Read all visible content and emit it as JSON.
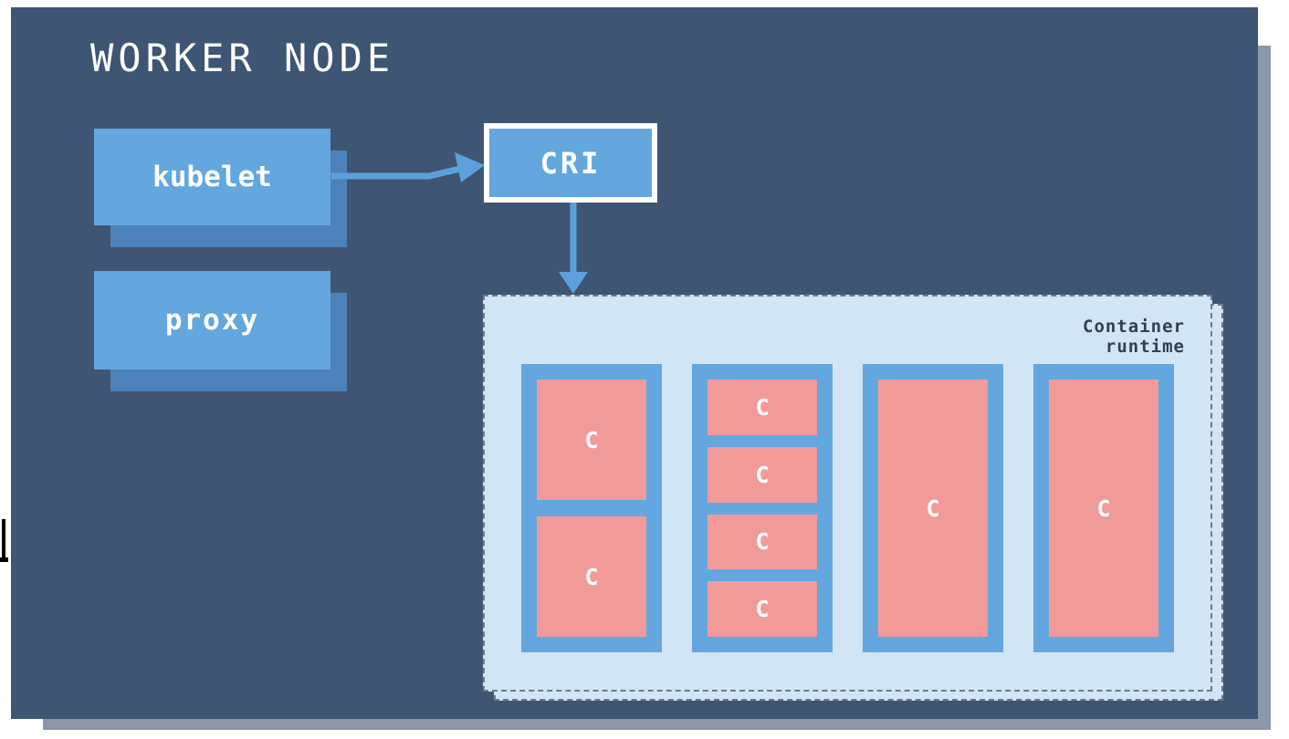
{
  "title": "WORKER NODE",
  "nodes": {
    "kubelet": {
      "label": "kubelet"
    },
    "proxy": {
      "label": "proxy"
    },
    "cri": {
      "label": "CRI"
    }
  },
  "container_runtime": {
    "label": "Container runtime",
    "pods": [
      {
        "containers": [
          "C",
          "C"
        ]
      },
      {
        "containers": [
          "C",
          "C",
          "C",
          "C"
        ]
      },
      {
        "containers": [
          "C"
        ]
      },
      {
        "containers": [
          "C"
        ]
      }
    ]
  },
  "arrows": [
    {
      "from": "kubelet",
      "to": "CRI"
    },
    {
      "from": "CRI",
      "to": "Container runtime"
    }
  ],
  "colors": {
    "navy": "#3E5674",
    "box-blue": "#64A7DE",
    "shadow-blue": "#4C82B9",
    "arrow-blue": "#5BA0DA",
    "light-fill": "#D2E5F5",
    "salmon": "#F09B9A",
    "gray-shadow": "#8C97A9",
    "dash": "#6E7B88",
    "label-text": "#304052",
    "white": "#FFFFFF"
  }
}
